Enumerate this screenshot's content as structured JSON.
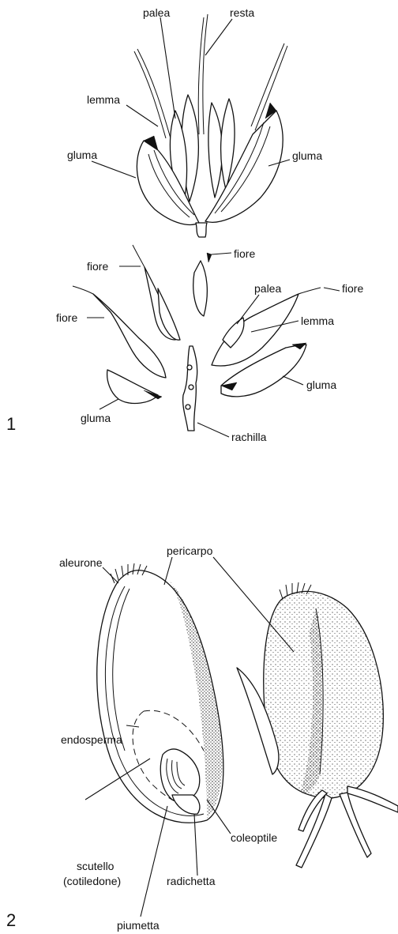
{
  "figures": [
    {
      "number": "1",
      "labels": {
        "palea_top": "palea",
        "resta": "resta",
        "lemma_top": "lemma",
        "gluma_left_top": "gluma",
        "gluma_right_top": "gluma",
        "fiore_top": "fiore",
        "fiore_left_upper": "fiore",
        "fiore_right": "fiore",
        "palea_mid": "palea",
        "fiore_left_lower": "fiore",
        "lemma_mid": "lemma",
        "gluma_right_bottom": "gluma",
        "gluma_left_bottom": "gluma",
        "rachilla": "rachilla"
      }
    },
    {
      "number": "2",
      "labels": {
        "pericarpo": "pericarpo",
        "aleurone": "aleurone",
        "endosperma": "endosperma",
        "coleoptile": "coleoptile",
        "scutello_line1": "scutello",
        "scutello_line2": "(cotiledone)",
        "radichetta": "radichetta",
        "piumetta": "piumetta"
      }
    }
  ]
}
